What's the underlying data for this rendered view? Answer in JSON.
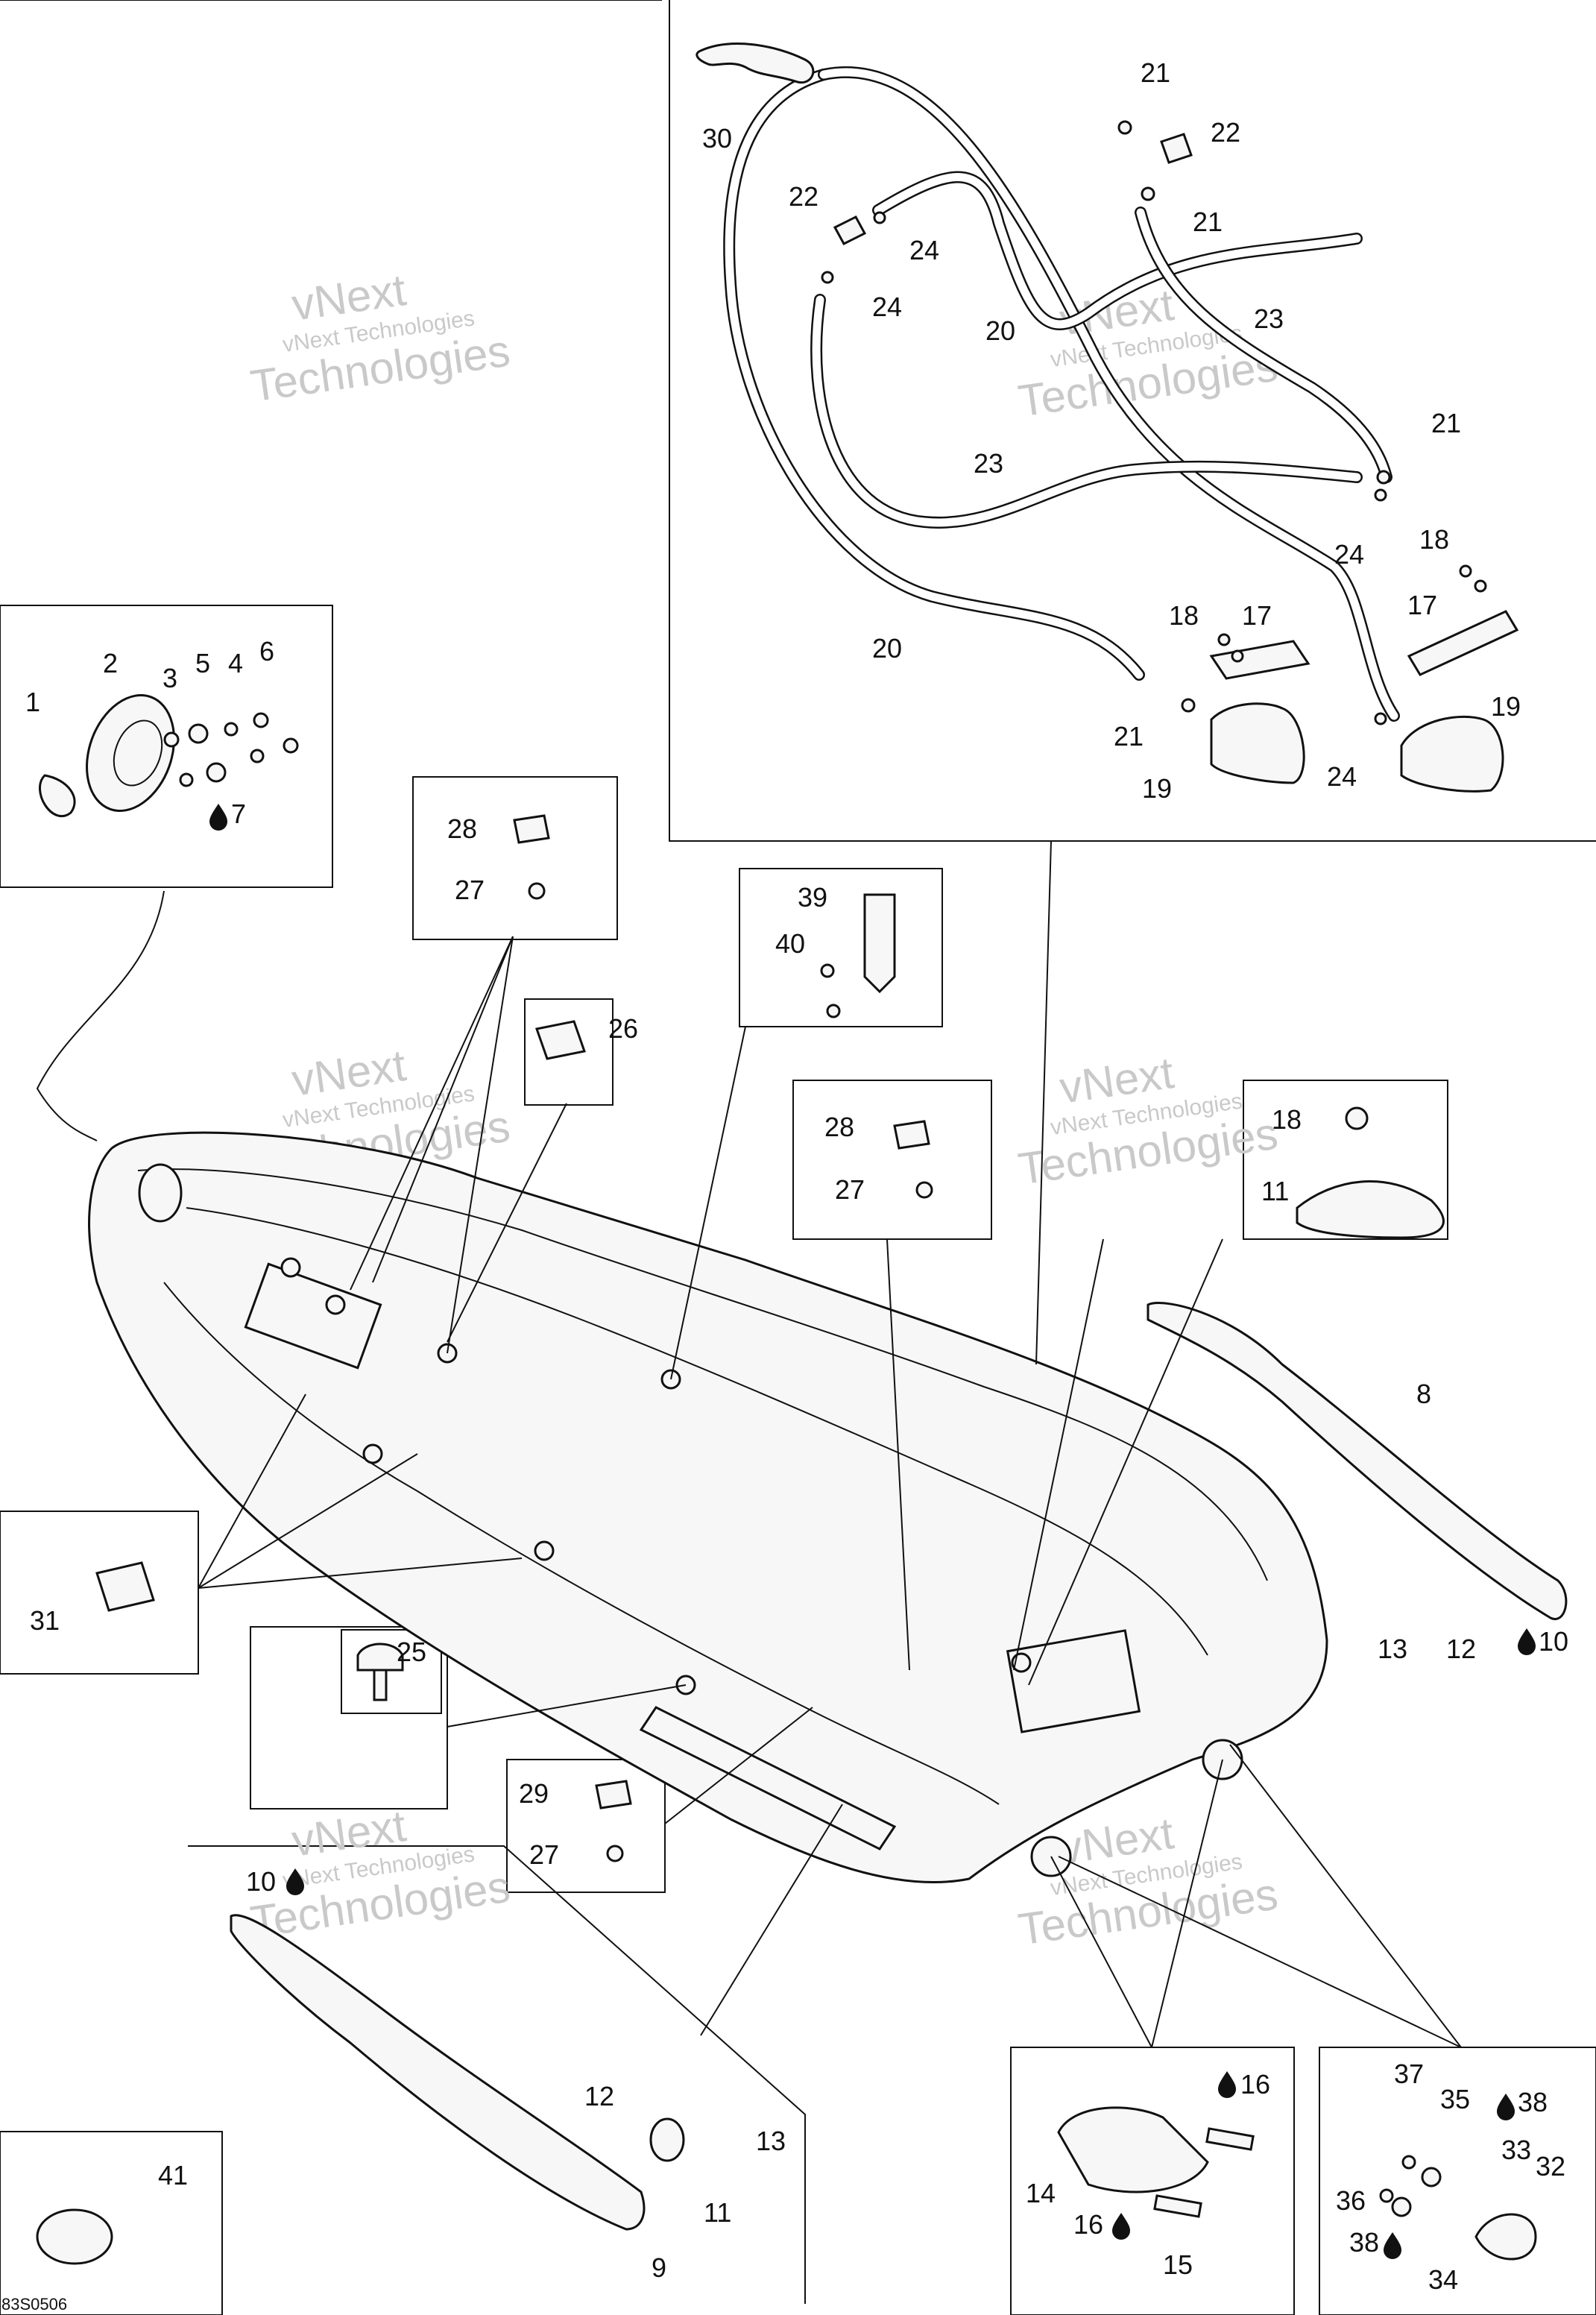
{
  "watermark": {
    "line1": "vNext",
    "line2": "vNext Technologies",
    "line3": "Technologies"
  },
  "diagram_code": "83S0506",
  "callouts": [
    {
      "id": "c1",
      "text": "1"
    },
    {
      "id": "c2",
      "text": "2"
    },
    {
      "id": "c3",
      "text": "3"
    },
    {
      "id": "c5",
      "text": "5"
    },
    {
      "id": "c4",
      "text": "4"
    },
    {
      "id": "c6",
      "text": "6"
    },
    {
      "id": "c7",
      "text": "7"
    },
    {
      "id": "c8",
      "text": "8"
    },
    {
      "id": "c9",
      "text": "9"
    },
    {
      "id": "c10a",
      "text": "10"
    },
    {
      "id": "c10b",
      "text": "10"
    },
    {
      "id": "c11a",
      "text": "11"
    },
    {
      "id": "c11b",
      "text": "11"
    },
    {
      "id": "c12a",
      "text": "12"
    },
    {
      "id": "c12b",
      "text": "12"
    },
    {
      "id": "c13a",
      "text": "13"
    },
    {
      "id": "c13b",
      "text": "13"
    },
    {
      "id": "c14",
      "text": "14"
    },
    {
      "id": "c15",
      "text": "15"
    },
    {
      "id": "c16a",
      "text": "16"
    },
    {
      "id": "c16b",
      "text": "16"
    },
    {
      "id": "c17a",
      "text": "17"
    },
    {
      "id": "c17b",
      "text": "17"
    },
    {
      "id": "c18a",
      "text": "18"
    },
    {
      "id": "c18b",
      "text": "18"
    },
    {
      "id": "c18c",
      "text": "18"
    },
    {
      "id": "c19a",
      "text": "19"
    },
    {
      "id": "c19b",
      "text": "19"
    },
    {
      "id": "c20a",
      "text": "20"
    },
    {
      "id": "c20b",
      "text": "20"
    },
    {
      "id": "c21a",
      "text": "21"
    },
    {
      "id": "c21b",
      "text": "21"
    },
    {
      "id": "c21c",
      "text": "21"
    },
    {
      "id": "c21d",
      "text": "21"
    },
    {
      "id": "c22a",
      "text": "22"
    },
    {
      "id": "c22b",
      "text": "22"
    },
    {
      "id": "c23a",
      "text": "23"
    },
    {
      "id": "c23b",
      "text": "23"
    },
    {
      "id": "c24a",
      "text": "24"
    },
    {
      "id": "c24b",
      "text": "24"
    },
    {
      "id": "c24c",
      "text": "24"
    },
    {
      "id": "c24d",
      "text": "24"
    },
    {
      "id": "c25",
      "text": "25"
    },
    {
      "id": "c26",
      "text": "26"
    },
    {
      "id": "c27a",
      "text": "27"
    },
    {
      "id": "c27b",
      "text": "27"
    },
    {
      "id": "c27c",
      "text": "27"
    },
    {
      "id": "c28a",
      "text": "28"
    },
    {
      "id": "c28b",
      "text": "28"
    },
    {
      "id": "c29",
      "text": "29"
    },
    {
      "id": "c30",
      "text": "30"
    },
    {
      "id": "c31",
      "text": "31"
    },
    {
      "id": "c32",
      "text": "32"
    },
    {
      "id": "c33",
      "text": "33"
    },
    {
      "id": "c34",
      "text": "34"
    },
    {
      "id": "c35",
      "text": "35"
    },
    {
      "id": "c36",
      "text": "36"
    },
    {
      "id": "c37",
      "text": "37"
    },
    {
      "id": "c38a",
      "text": "38"
    },
    {
      "id": "c38b",
      "text": "38"
    },
    {
      "id": "c39",
      "text": "39"
    },
    {
      "id": "c40",
      "text": "40"
    },
    {
      "id": "c41",
      "text": "41"
    }
  ]
}
